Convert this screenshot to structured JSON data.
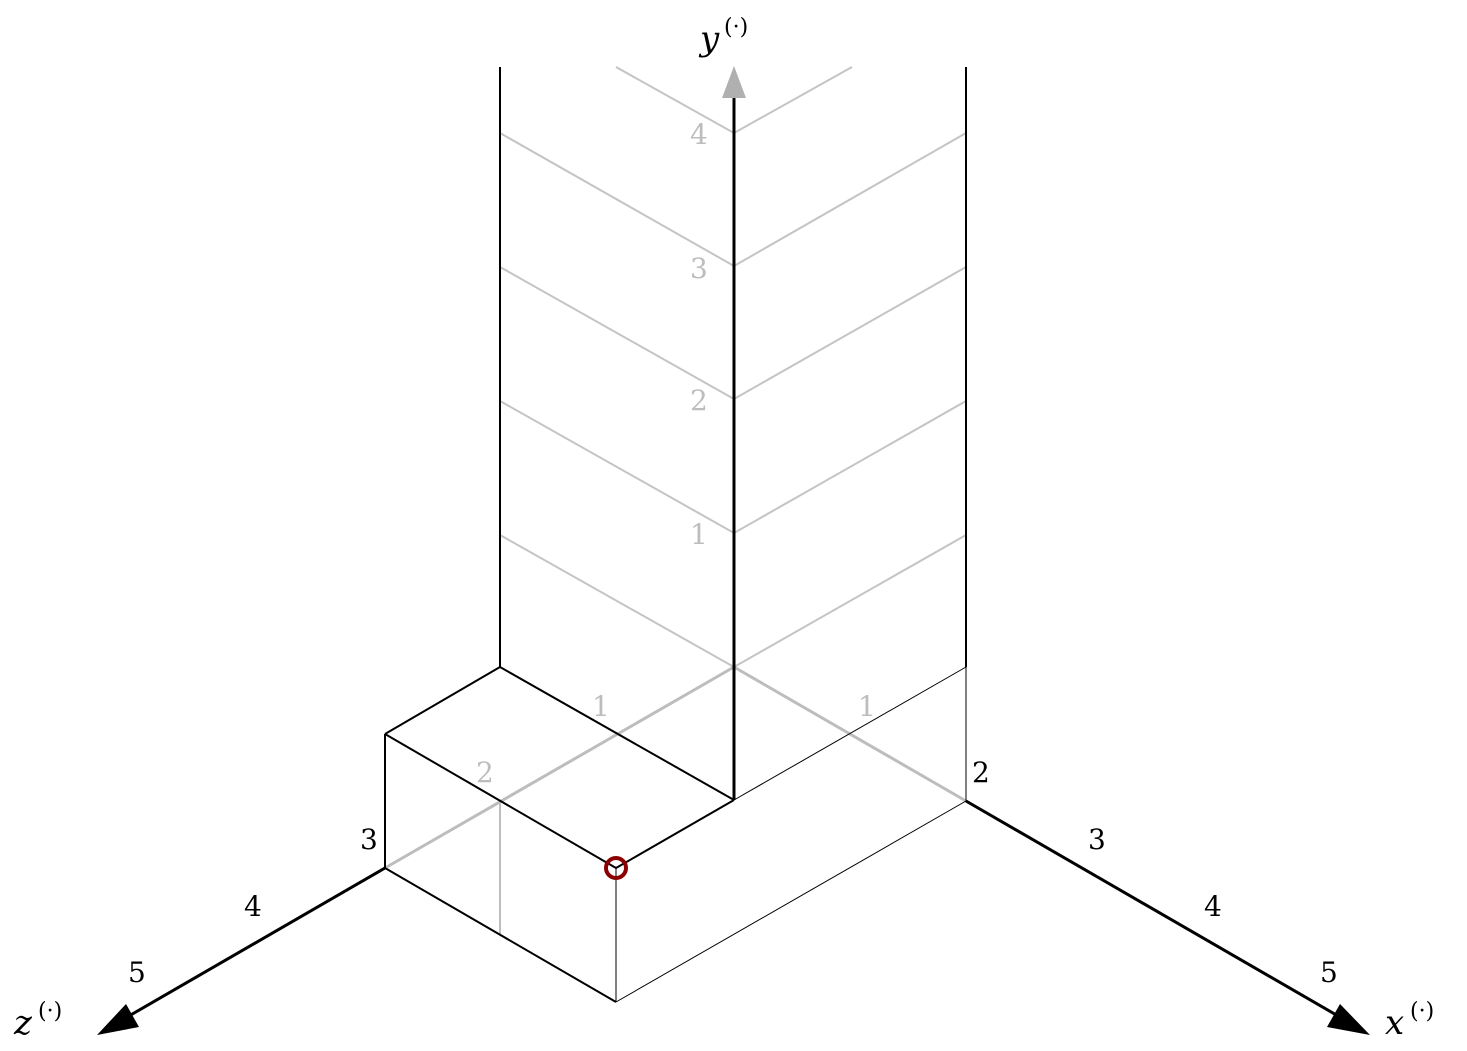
{
  "axes": {
    "x": {
      "name": "x",
      "superscript": "(·)"
    },
    "y": {
      "name": "y",
      "superscript": "(·)"
    },
    "z": {
      "name": "z",
      "superscript": "(·)"
    }
  },
  "ticks": {
    "y": [
      "1",
      "2",
      "3",
      "4"
    ],
    "x_front": [
      "1"
    ],
    "x_outer": [
      "2",
      "3",
      "4",
      "5"
    ],
    "z_back": [
      "1",
      "2"
    ],
    "z_outer": [
      "3",
      "4",
      "5"
    ]
  },
  "colors": {
    "axis": "#000000",
    "grid": "#c0c0c0",
    "marker": "#8b0000"
  },
  "marker": "circle-marker"
}
